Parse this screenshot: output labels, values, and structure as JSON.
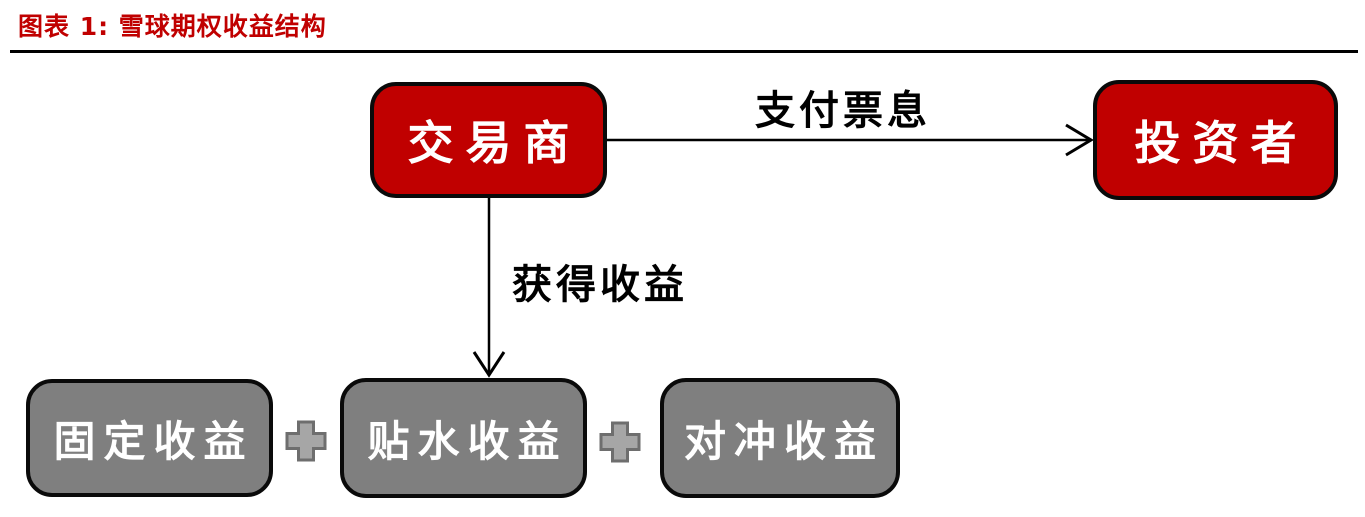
{
  "figure": {
    "title": "图表 1: 雪球期权收益结构"
  },
  "nodes": {
    "dealer": "交易商",
    "investor": "投资者",
    "fixed_income": "固定收益",
    "discount_income": "贴水收益",
    "hedge_income": "对冲收益"
  },
  "edges": {
    "pay_coupon": "支付票息",
    "obtain_income": "获得收益"
  },
  "colors": {
    "accent_red": "#C00000",
    "node_gray": "#7F7F7F",
    "plus_fill": "#A6A6A6",
    "plus_border": "#6E6E6E",
    "line_black": "#000000"
  }
}
